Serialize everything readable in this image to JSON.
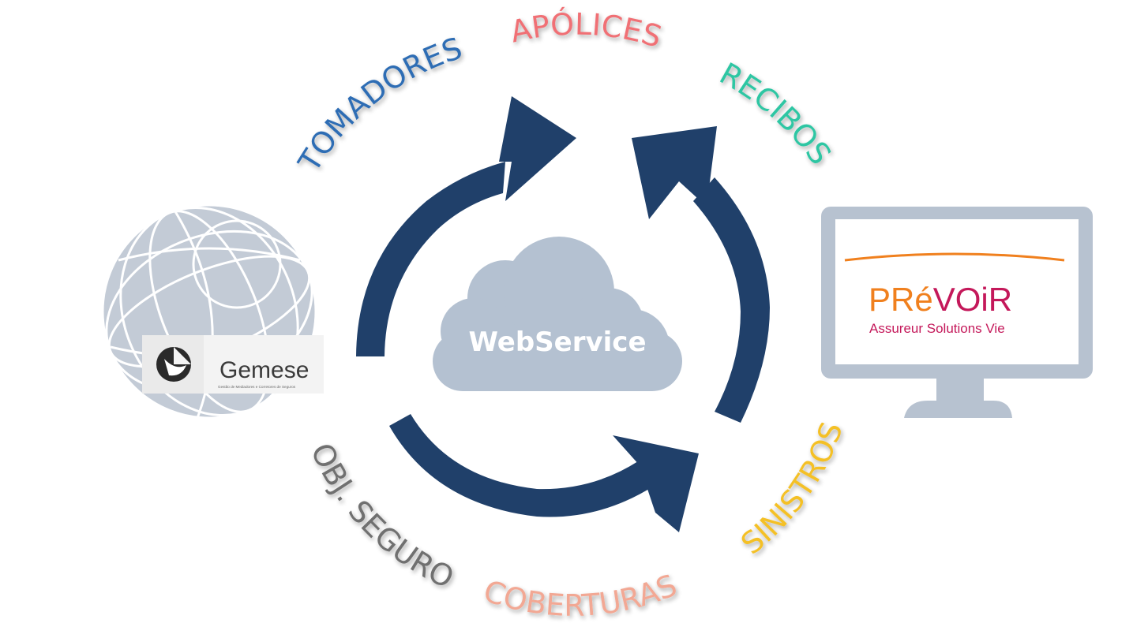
{
  "center": {
    "label": "WebService"
  },
  "labels": {
    "tomadores": "TOMADORES",
    "apolices": "APÓLICES",
    "recibos": "RECIBOS",
    "sinistros": "SINISTROS",
    "coberturas": "COBERTURAS",
    "obj_seguro": "OBJ. SEGURO"
  },
  "gemese": {
    "name": "Gemese",
    "tagline": "Gestão de Mediadores e Corretores de Seguros"
  },
  "prevoir": {
    "brand_pre": "PRé",
    "brand_post": "VOiR",
    "tagline": "Assureur Solutions Vie"
  },
  "colors": {
    "arrows": "#20406a",
    "cloud": "#b4c1d1",
    "globe": "#c3cbd6",
    "monitor_frame": "#b7c2d0",
    "tomadores": "#2e6db4",
    "apolices": "#f07074",
    "recibos": "#2dc6a3",
    "sinistros": "#f4c025",
    "coberturas": "#f2a894",
    "obj_seguro": "#6f6f6f",
    "prevoir_orange": "#f0801e",
    "prevoir_magenta": "#c4185a"
  }
}
